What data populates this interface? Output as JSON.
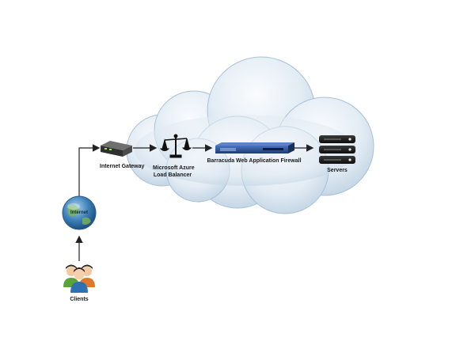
{
  "nodes": {
    "internet_gateway": {
      "label": "Internet Gateway"
    },
    "load_balancer": {
      "label_line1": "Microsoft Azure",
      "label_line2": "Load Balancer"
    },
    "firewall": {
      "label": "Barracuda Web Application Firewall"
    },
    "servers": {
      "label": "Servers"
    },
    "internet": {
      "label": "Internet"
    },
    "clients": {
      "label": "Clients"
    }
  },
  "colors": {
    "cloud_fill_light": "#f1f6fa",
    "cloud_fill_dark": "#b9cee0",
    "cloud_stroke": "#95b3cd",
    "arrow": "#222222",
    "firewall_blue": "#2a4f93",
    "server_black": "#1c1c1c",
    "globe_blue": "#3b7fb8",
    "client_green": "#5aa53a",
    "client_orange": "#e0782a"
  },
  "icons": {
    "internet_gateway": "router-icon",
    "load_balancer": "scale-icon",
    "firewall": "rack-appliance-icon",
    "servers": "server-stack-icon",
    "internet": "globe-icon",
    "clients": "users-group-icon"
  }
}
